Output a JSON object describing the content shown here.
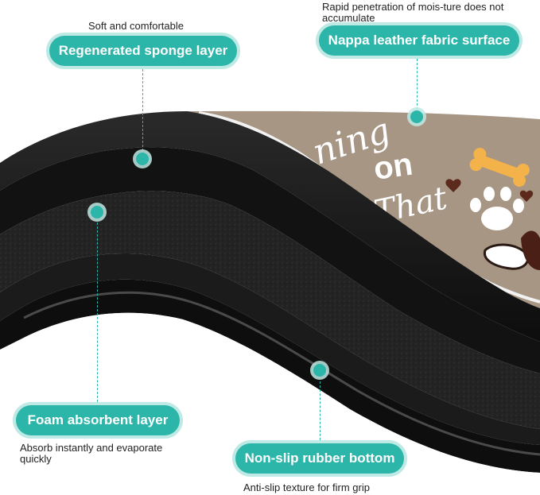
{
  "callouts": {
    "sponge": {
      "caption": "Soft and comfortable",
      "label": "Regenerated sponge layer"
    },
    "nappa": {
      "caption": "Rapid penetration of mois-ture does not accumulate",
      "label": "Nappa leather fabric surface"
    },
    "foam": {
      "label": "Foam absorbent layer",
      "caption": "Absorb instantly and evaporate quickly"
    },
    "rubber": {
      "label": "Non-slip rubber bottom",
      "caption": "Anti-slip texture for firm grip"
    }
  },
  "mat_print_text": [
    "ning on",
    "That"
  ],
  "colors": {
    "accent": "#2cb5a9",
    "accent_glow": "#bfe9e4",
    "mat_surface": "#a79684",
    "mat_black": "#151515",
    "bone": "#f3b24a"
  },
  "icons": [
    "bone-icon",
    "paw-icon",
    "heart-icon"
  ]
}
